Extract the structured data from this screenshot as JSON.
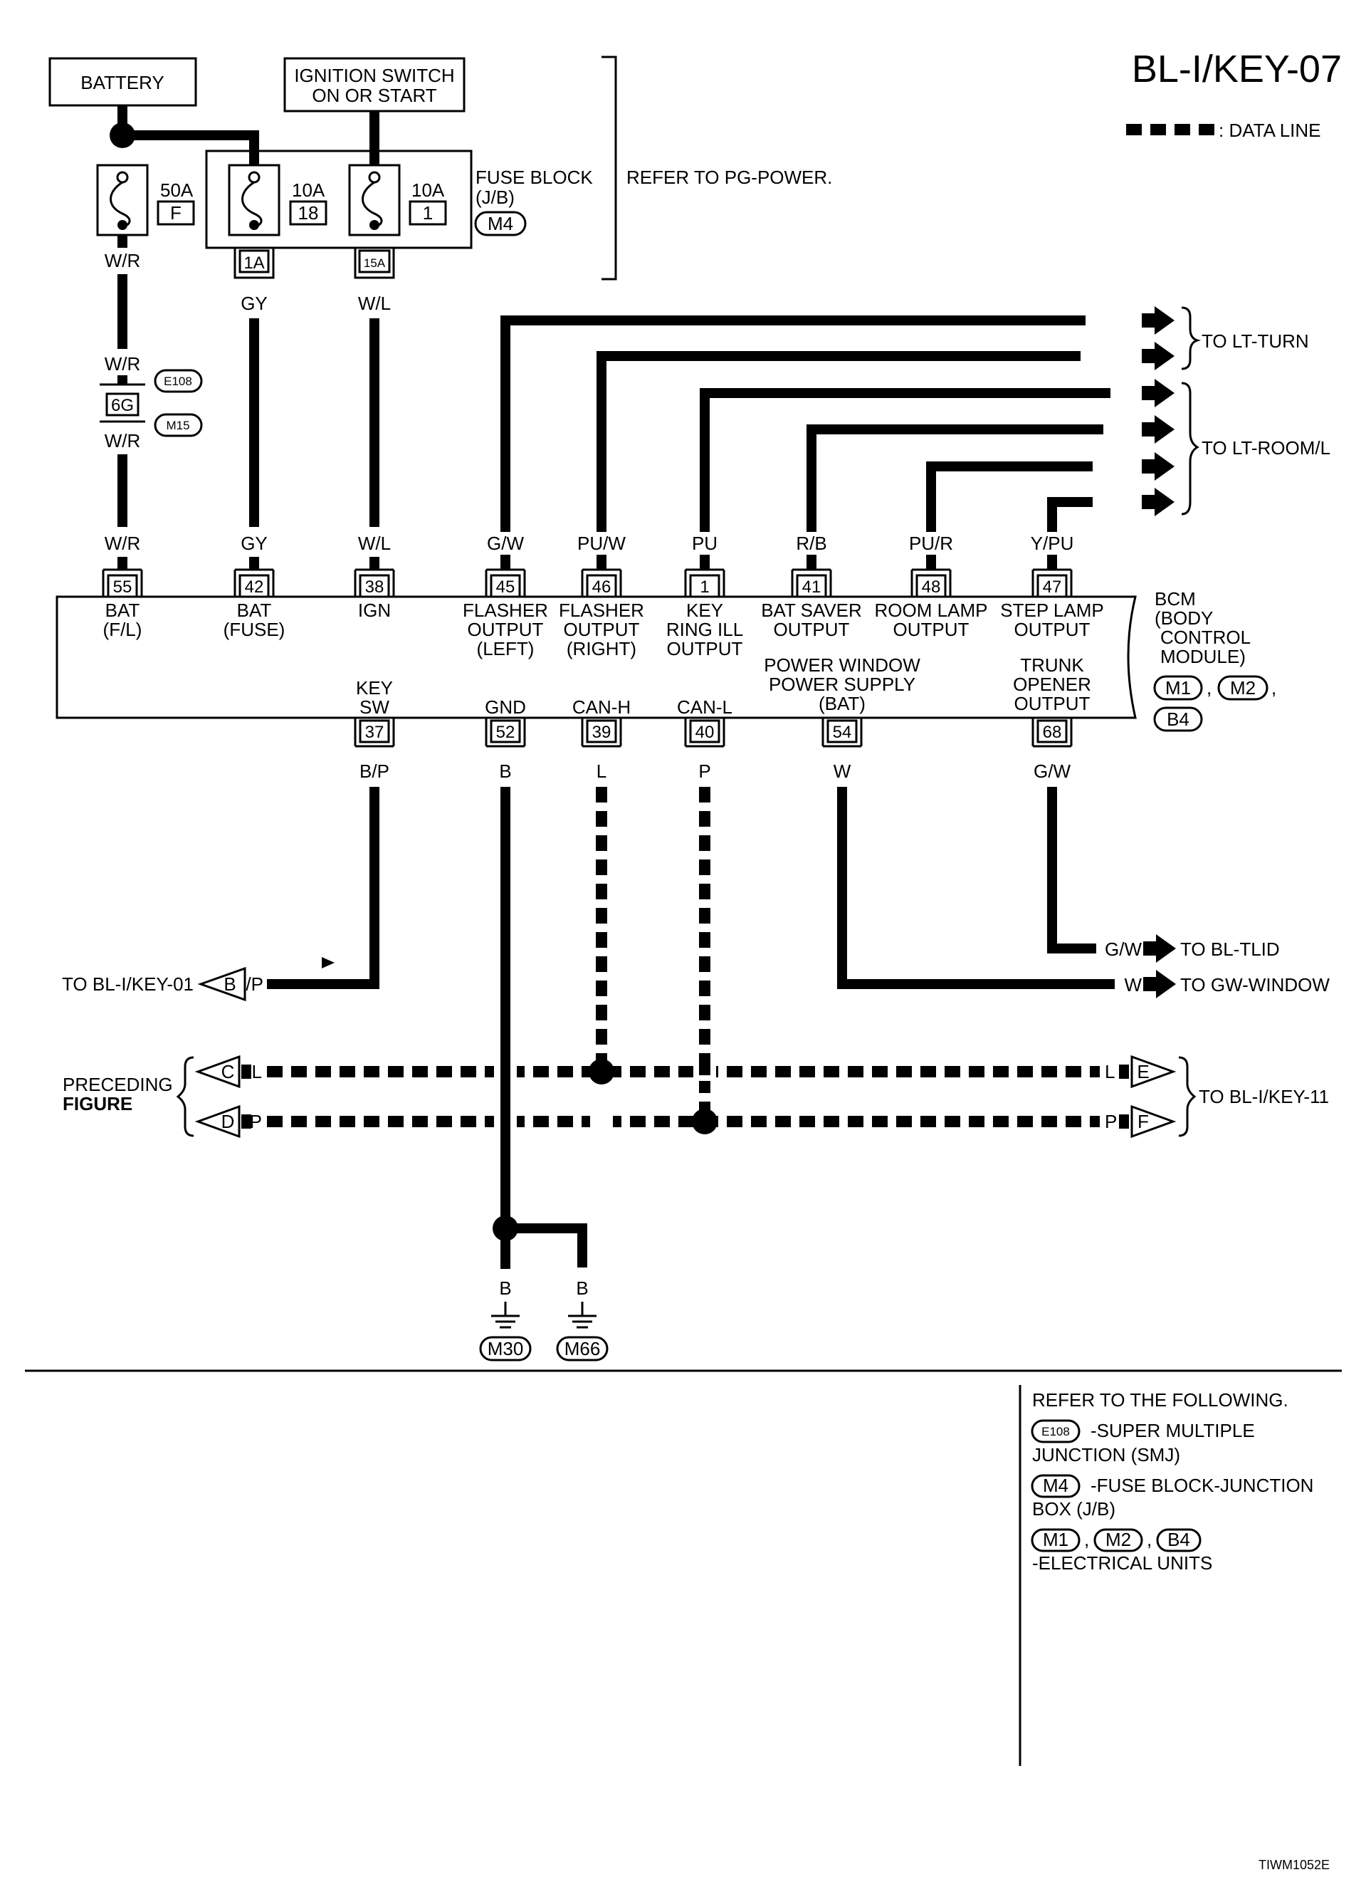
{
  "title": "BL-I/KEY-07",
  "legend": {
    "data_line": ": DATA LINE"
  },
  "top": {
    "battery": "BATTERY",
    "ignition_line1": "IGNITION SWITCH",
    "ignition_line2": "ON OR START",
    "fuse_block_line1": "FUSE BLOCK",
    "fuse_block_line2": "(J/B)",
    "fuse_block_code": "M4",
    "refer_pg": "REFER TO PG-POWER.",
    "fuse_50a": "50A",
    "fuse_50a_id": "F",
    "fuse_10a_a": "10A",
    "fuse_10a_a_id": "18",
    "fuse_10a_b": "10A",
    "fuse_10a_b_id": "1",
    "conn_1a": "1A",
    "conn_15a": "15A",
    "conn_6g": "6G",
    "conn_e108": "E108",
    "conn_m15": "M15"
  },
  "wires": {
    "wr": "W/R",
    "gy": "GY",
    "wl": "W/L",
    "gw": "G/W",
    "puw": "PU/W",
    "pu": "PU",
    "rb": "R/B",
    "pur": "PU/R",
    "ypu": "Y/PU",
    "bp": "B/P",
    "b": "B",
    "l": "L",
    "p": "P",
    "w": "W"
  },
  "destinations": {
    "lt_turn": "TO LT-TURN",
    "lt_room": "TO LT-ROOM/L",
    "bl_tlid": "TO BL-TLID",
    "gw_window": "TO GW-WINDOW",
    "bl_key01": "TO BL-I/KEY-01",
    "bl_key11": "TO BL-I/KEY-11",
    "preceding1": "PRECEDING",
    "preceding2": "FIGURE",
    "conn_b": "B",
    "conn_c": "C",
    "conn_d": "D",
    "conn_e": "E",
    "conn_f": "F"
  },
  "bcm": {
    "name1": "BCM",
    "name2": "(BODY",
    "name3": "CONTROL",
    "name4": "MODULE)",
    "code1": "M1",
    "code2": "M2",
    "code3": "B4",
    "top_pins": [
      {
        "pin": "55",
        "l1": "BAT",
        "l2": "(F/L)",
        "l3": ""
      },
      {
        "pin": "42",
        "l1": "BAT",
        "l2": "(FUSE)",
        "l3": ""
      },
      {
        "pin": "38",
        "l1": "IGN",
        "l2": "",
        "l3": ""
      },
      {
        "pin": "45",
        "l1": "FLASHER",
        "l2": "OUTPUT",
        "l3": "(LEFT)"
      },
      {
        "pin": "46",
        "l1": "FLASHER",
        "l2": "OUTPUT",
        "l3": "(RIGHT)"
      },
      {
        "pin": "1",
        "l1": "KEY",
        "l2": "RING ILL",
        "l3": "OUTPUT"
      },
      {
        "pin": "41",
        "l1": "BAT SAVER",
        "l2": "OUTPUT",
        "l3": ""
      },
      {
        "pin": "48",
        "l1": "ROOM LAMP",
        "l2": "OUTPUT",
        "l3": ""
      },
      {
        "pin": "47",
        "l1": "STEP LAMP",
        "l2": "OUTPUT",
        "l3": ""
      }
    ],
    "bottom_pins": [
      {
        "pin": "37",
        "l1": "KEY",
        "l2": "SW",
        "l3": ""
      },
      {
        "pin": "52",
        "l1": "GND",
        "l2": "",
        "l3": ""
      },
      {
        "pin": "39",
        "l1": "CAN-H",
        "l2": "",
        "l3": ""
      },
      {
        "pin": "40",
        "l1": "CAN-L",
        "l2": "",
        "l3": ""
      },
      {
        "pin": "54",
        "l1": "POWER WINDOW",
        "l2": "POWER SUPPLY",
        "l3": "(BAT)"
      },
      {
        "pin": "68",
        "l1": "TRUNK",
        "l2": "OPENER",
        "l3": "OUTPUT"
      }
    ]
  },
  "grounds": {
    "m30": "M30",
    "m66": "M66"
  },
  "notes": {
    "heading": "REFER TO THE FOLLOWING.",
    "smj_code": "E108",
    "smj_1": "-SUPER MULTIPLE",
    "smj_2": "JUNCTION (SMJ)",
    "jb_code": "M4",
    "jb_1": "-FUSE BLOCK-JUNCTION",
    "jb_2": "BOX (J/B)",
    "eu_code1": "M1",
    "eu_code2": "M2",
    "eu_code3": "B4",
    "eu_1": "-ELECTRICAL UNITS"
  },
  "figure_id": "TIWM1052E"
}
